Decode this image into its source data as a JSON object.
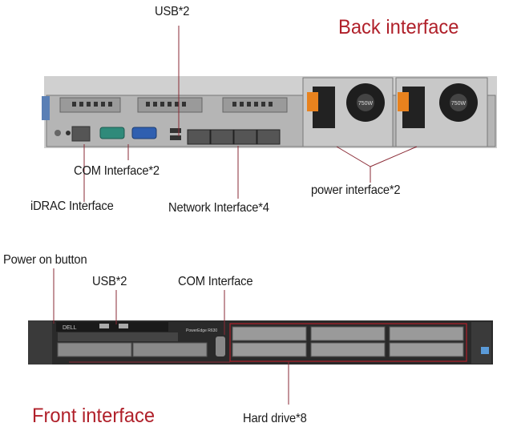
{
  "back": {
    "title": "Back interface",
    "labels": {
      "usb": "USB*2",
      "com": "COM Interface*2",
      "idrac": "iDRAC Interface",
      "network": "Network Interface*4",
      "power": "power interface*2"
    },
    "psu_rating": "750W",
    "network_port_count": 4,
    "psu_count": 2
  },
  "front": {
    "title": "Front interface",
    "labels": {
      "power_button": "Power on button",
      "usb": "USB*2",
      "com": "COM Interface",
      "hard_drive": "Hard drive*8"
    },
    "brand": "DELL",
    "model": "PowerEdge R630",
    "drive_bay_count": 8
  },
  "colors": {
    "title_red": "#b0202a",
    "leader_line": "#8a2a35",
    "chassis_gray": "#9a9a9a",
    "psu_orange": "#e8821e",
    "com_teal": "#2f8a7a",
    "vga_blue": "#2f5fb0"
  }
}
